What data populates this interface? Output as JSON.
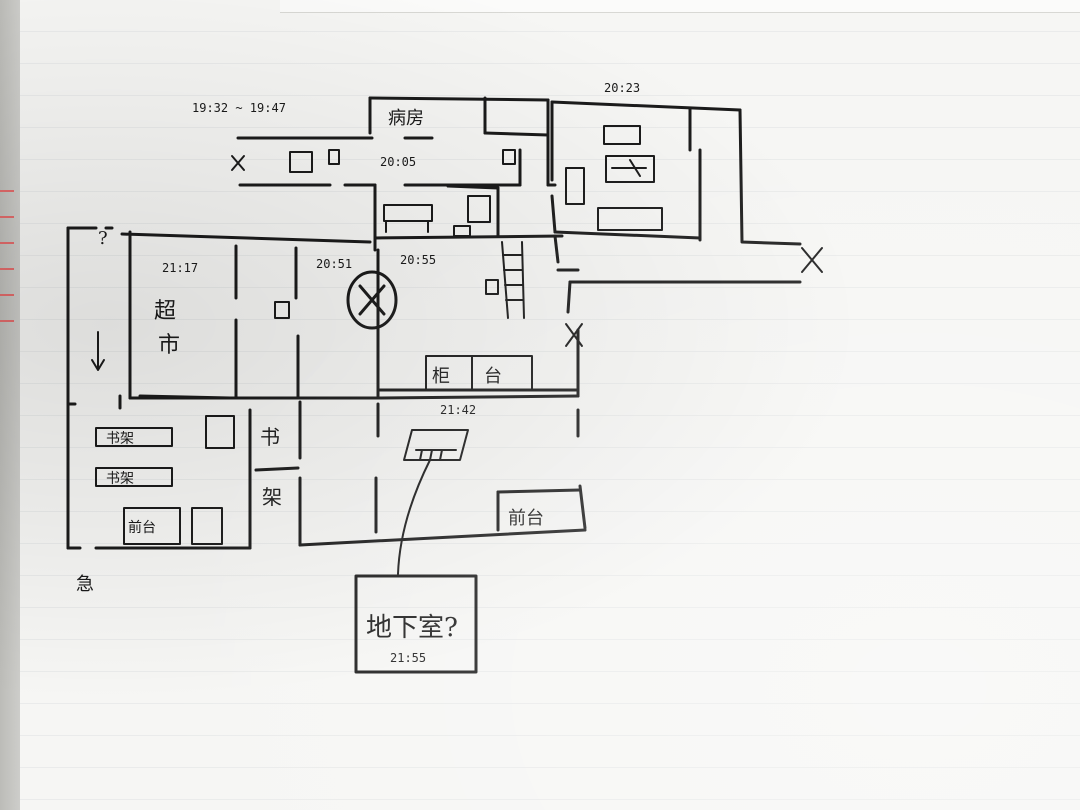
{
  "times": {
    "start": "19:32 ~ 19:47",
    "t2005": "20:05",
    "t2023": "20:23",
    "t2117": "21:17",
    "t2051": "20:51",
    "t2055": "20:55",
    "t2142": "21:42",
    "t2155": "21:55"
  },
  "rooms": {
    "ward": "病房",
    "supermarket_1": "超",
    "supermarket_2": "市",
    "counter_1": "柜",
    "counter_2": "台",
    "bookshelf_v1": "书",
    "bookshelf_v2": "架",
    "bookshelf_h1": "书架",
    "bookshelf_h2": "书架",
    "front_desk_left": "前台",
    "front_desk_right": "前台",
    "basement": "地下室?",
    "emergency": "急",
    "question": "?"
  },
  "colors": {
    "ink": "#1b1b1b",
    "paper": "#f6f6f4",
    "margin_red": "#e06a6a"
  }
}
